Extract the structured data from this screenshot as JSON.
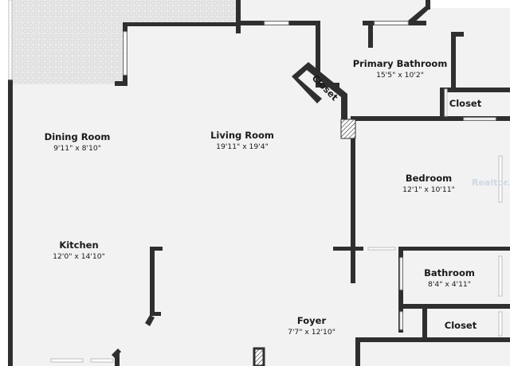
{
  "colors": {
    "floor": "#f2f2f2",
    "wall": "#2f2f2f",
    "patio": "#e9e9e9",
    "patio_grid": "#d8d8d8",
    "watermark": "#cfd8e3"
  },
  "rooms": {
    "dining": {
      "name": "Dining Room",
      "dims": "9'11\" x 8'10\""
    },
    "living": {
      "name": "Living Room",
      "dims": "19'11\" x 19'4\""
    },
    "kitchen": {
      "name": "Kitchen",
      "dims": "12'0\" x 14'10\""
    },
    "primary_bath": {
      "name": "Primary Bathroom",
      "dims": "15'5\" x 10'2\""
    },
    "closet_angled": {
      "name": "Closet"
    },
    "closet_top": {
      "name": "Closet"
    },
    "bedroom": {
      "name": "Bedroom",
      "dims": "12'1\" x 10'11\""
    },
    "bathroom": {
      "name": "Bathroom",
      "dims": "8'4\" x 4'11\""
    },
    "closet_bottom": {
      "name": "Closet"
    },
    "foyer": {
      "name": "Foyer",
      "dims": "7'7\" x 12'10\""
    }
  },
  "watermark": {
    "text": "Realtor.co"
  }
}
